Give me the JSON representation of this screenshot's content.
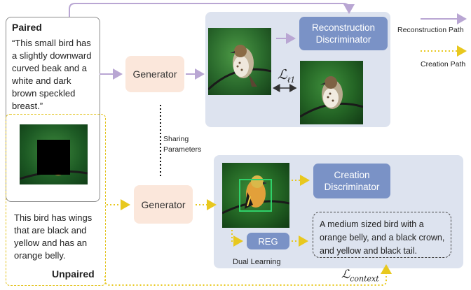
{
  "paired": {
    "label": "Paired",
    "caption": "“This small bird has a slightly downward curved beak and a white and dark brown speckled breast.”"
  },
  "unpaired": {
    "label": "Unpaired",
    "caption": "This bird has wings that are black and yellow and has an orange belly."
  },
  "generator_top": "Generator",
  "generator_bottom": "Generator",
  "sharing": "Sharing Parameters",
  "recon_disc": "Reconstruction Discriminator",
  "creation_disc": "Creation Discriminator",
  "reg": "REG",
  "dual_learning": "Dual Learning",
  "generated_caption": "A medium sized bird with a orange belly, and a black crown, and yellow and black tail.",
  "loss_l1": {
    "main": "ℒ",
    "sub": "ℓ1"
  },
  "loss_context": {
    "main": "ℒ",
    "sub": "context"
  },
  "legend": {
    "reconstruction": "Reconstruction Path",
    "creation": "Creation Path"
  },
  "colors": {
    "recon_path": "#b9a6d3",
    "creation_path": "#e8c81e",
    "panel": "#dde3ef",
    "discriminator": "#7a92c6",
    "generator": "#fbe7db"
  }
}
